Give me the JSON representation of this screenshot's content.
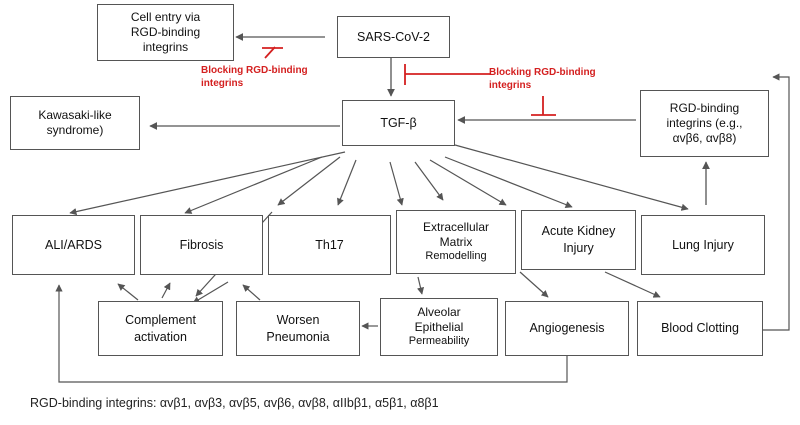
{
  "nodes": {
    "cell_entry": "Cell entry via\nRGD-binding\nintegrins",
    "sars_cov_2": "SARS-CoV-2",
    "kawasaki": "Kawasaki-like\nsyndrome)",
    "tgf_beta": "TGF-β",
    "rgd_integrins": "RGD-binding\nintegrins (e.g.,\nαvβ6, αvβ8)",
    "ali_ards": "ALI/ARDS",
    "fibrosis": "Fibrosis",
    "th17": "Th17",
    "ecm_line1": "Extracellular\nMatrix",
    "ecm_line2": "Remodelling",
    "aki": "Acute Kidney\nInjury",
    "lung_injury": "Lung Injury",
    "complement": "Complement\nactivation",
    "pneumonia": "Worsen\nPneumonia",
    "alveolar_line1": "Alveolar\nEpithelial",
    "alveolar_line2": "Permeability",
    "angiogenesis": "Angiogenesis",
    "blood_clotting": "Blood Clotting"
  },
  "inhibitions": {
    "left": "Blocking RGD-binding\nintegrins",
    "right": "Blocking RGD-binding\nintegrins"
  },
  "footnote": "RGD-binding integrins: αvβ1, αvβ3, αvβ5, αvβ6, αvβ8, αIIbβ1, α5β1, α8β1",
  "colors": {
    "inhibition": "#d42020",
    "arrow": "#555555",
    "box_border": "#555555"
  }
}
